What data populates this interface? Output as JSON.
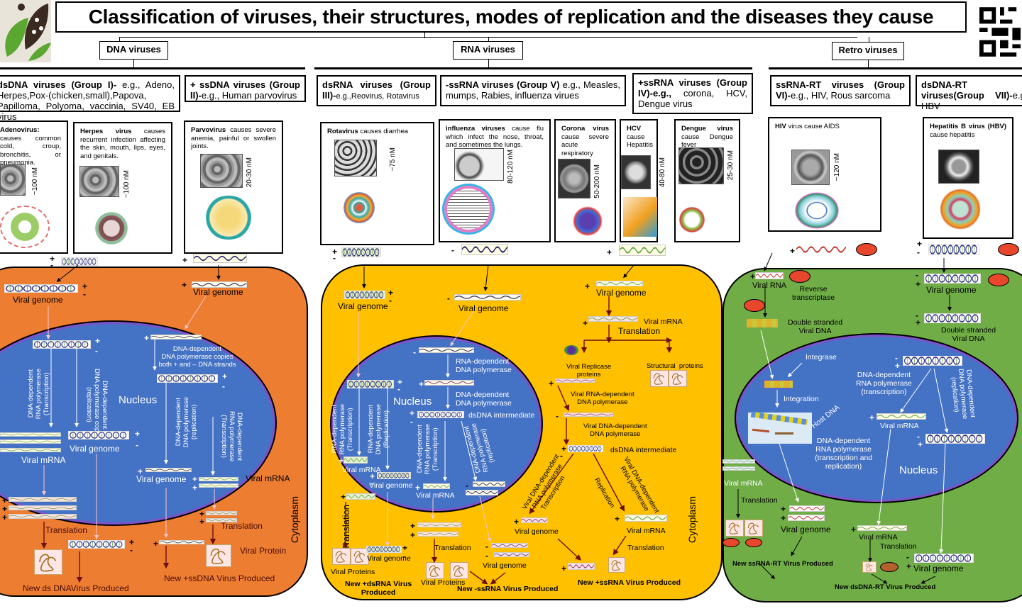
{
  "title": "Classification of viruses, their structures, modes of replication and the diseases they cause",
  "categories": {
    "dna": "DNA viruses",
    "rna": "RNA viruses",
    "retro": "Retro viruses"
  },
  "groups": [
    {
      "head": "dsDNA viruses (Group I)-",
      "text": " e.g., Adeno, Herpes,Pox-(chicken,small),Papova, Papilloma, Polyoma, vaccinia, SV40, EB virus"
    },
    {
      "head": "+ ssDNA viruses (Group II)-",
      "text": "e.g., Human parvovirus"
    },
    {
      "head": "dsRNA viruses (Group III)-",
      "text": "e.g.,Reovirus, Rotavirus"
    },
    {
      "head": "-ssRNA viruses (Group V)",
      "text": " e.g., Measles, mumps, Rabies, influenza virues"
    },
    {
      "head": "+ssRNA viruses (Group IV)-e.g.,",
      "text": " corona, HCV, Dengue virus"
    },
    {
      "head": "ssRNA-RT viruses (Group VI)-",
      "text": "e.g., HIV, Rous sarcoma"
    },
    {
      "head": "dsDNA-RT viruses(Group VII)-",
      "text": "e.g., HBV"
    }
  ],
  "viruses": [
    {
      "name": "Adenovirus:",
      "desc": " causes common cold, croup, bronchitis, or pneumonia.",
      "size": "~100 nM"
    },
    {
      "name": "Herpes virus",
      "desc": " causes recurrent infection affecting the skin, mouth, lips, eyes, and genitals.",
      "size": "~100 nM"
    },
    {
      "name": "Parvovirus",
      "desc": " causes severe anemia, painful or swollen joints.",
      "size": "20-30 nM"
    },
    {
      "name": "Rotavirus",
      "desc": " causes diarrhea",
      "size": "~75 nM"
    },
    {
      "name": "influenza viruses",
      "desc": " cause flu which infect the nose, throat, and sometimes the lungs.",
      "size": "80-120 nM"
    },
    {
      "name": "Corona virus",
      "desc": " cause severe acute respiratory syndrome",
      "size": "50-200 nM"
    },
    {
      "name": "HCV",
      "desc": " cause Hepatitis",
      "size": "40-80 nM"
    },
    {
      "name": "Dengue virus",
      "desc": " cause Dengue fever",
      "size": "25-30 nM"
    },
    {
      "name": "HIV",
      "desc": " virus cause AIDS",
      "size": "~120 nM"
    },
    {
      "name": "Hepatitis B virus (HBV)",
      "desc": " cause hepatitis",
      "size": ""
    }
  ],
  "signs": {
    "plus": "+",
    "minus": "-",
    "pm": "±"
  },
  "cell_dna": {
    "viral_genome": "Viral genome",
    "nucleus": "Nucleus",
    "cytoplasm": "Cytoplasm",
    "rnapol_tx": "DNA-dependent\nRNA polymerase\n(Transcription)",
    "dnapol_copies": "DNA-dependent\nDNA polymerase copies\n(replication)",
    "dnapol_both": "DNA-dependent\nDNA polymerase copies\nboth + and – DNA strands",
    "dnapol_rep": "DNA-dependent\nDNA polymerase\n(replication)",
    "viral_mrna": "Viral mRNA",
    "translation": "Translation",
    "viral_protein": "Viral Protein",
    "new_ds": "New ds DNAVirus Produced",
    "new_ss": "New +ssDNA Virus Produced"
  },
  "cell_rna": {
    "viral_genome": "Viral genome",
    "nucleus": "Nucleus",
    "cytoplasm": "Cytoplasm",
    "rdrp_tx": "RNA-dependent\nRNA polymerase\n(Transcription)",
    "rddp_rep": "RNA-dependent\nDNA polymerase\n(Replication)",
    "rna_dep_dna_pol": "RNA-dependent\nDNA polymerase",
    "dna_dep_dna_pol": "DNA-dependent\nDNA polymerase",
    "dsdna_int": "dsDNA intermediate",
    "dd_rna_tx": "DNA-dependent\nRNA polymerase\n(Transcription)",
    "dd_rna_rep": "DNA-dependent\nRNA polymerase\n(replication)",
    "viral_mrna": "Viral mRNA",
    "translation": "Translation",
    "viral_proteins": "Viral Proteins",
    "new_dsrna": "New +dsRNA Virus\nProduced",
    "new_neg": "New -ssRNA Virus Produced",
    "replicase": "Viral Replicase\nproteins",
    "structural": "Structural  proteins",
    "viral_rna_dep_dna": "Viral RNA-dependent\nDNA polymerase",
    "viral_dna_dep_dna": "Viral DNA-dependent\nDNA polymerase",
    "viral_dd_rna": "Viral DNA-dependent\nRNA polymerase",
    "transcription": "Transcription",
    "replication": "Replication",
    "new_pos": "New +ssRNA Virus Produced"
  },
  "cell_retro": {
    "viral_rna": "Viral RNA",
    "rt": "Reverse\ntranscriptase",
    "ds_viral_dna": "Double stranded\nViral DNA",
    "integrase": "Integrase",
    "integration": "Integration",
    "host_dna": "Host DNA",
    "dd_rna_tx_rep": "DNA-dependent\nRNA polymerase\n(transcription and\nreplication)",
    "dd_rna_tx": "DNA-dependent\nRNA polymerase\n(transcription)",
    "dd_dna_rep": "DNA-dependent\nDNA polymerase\n(replication)",
    "viral_genome": "Viral genome",
    "viral_mrna": "Viral mRNA",
    "translation": "Translation",
    "nucleus": "Nucleus",
    "new_ssrt": "New ssRNA-RT Virus Produced",
    "new_dsrt": "New dsDNA-RT Virus Produced"
  },
  "colors": {
    "dna_cell": "#ED7D31",
    "rna_cell": "#FFC000",
    "retro_cell": "#70AD47",
    "nucleus": "#4472C4",
    "enzyme": "#E8472B",
    "dark_arrow": "#6b0f0f"
  }
}
